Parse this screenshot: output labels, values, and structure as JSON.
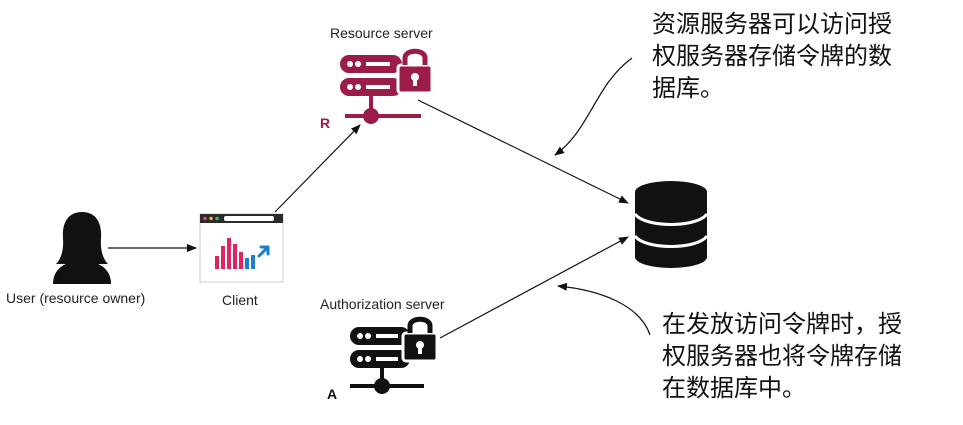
{
  "labels": {
    "resource_server": "Resource server",
    "authorization_server": "Authorization server",
    "user": "User (resource owner)",
    "client": "Client",
    "resource_letter": "R",
    "auth_letter": "A"
  },
  "notes": {
    "top": [
      "资源服务器可以访问授",
      "权服务器存储令牌的数",
      "据库。"
    ],
    "bottom": [
      "在发放访问令牌时，授",
      "权服务器也将令牌存储",
      "在数据库中。"
    ]
  },
  "colors": {
    "resource": "#9b1b4a",
    "dark": "#111111",
    "client_accent": "#1e7ec8",
    "bar_red": "#e0245e"
  }
}
